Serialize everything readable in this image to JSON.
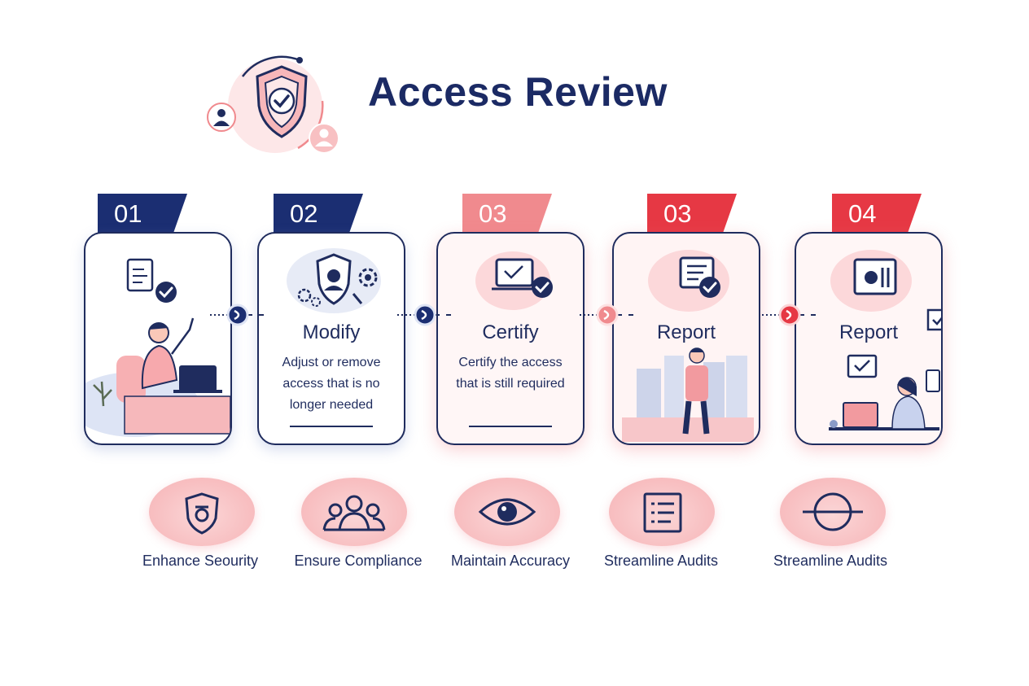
{
  "title": "Access Review",
  "steps": [
    {
      "number": "01",
      "title": "",
      "description": "",
      "tab_color": "#1b2e72"
    },
    {
      "number": "02",
      "title": "Modify",
      "description": "Adjust or remove access that is no longer needed",
      "tab_color": "#1b2e72"
    },
    {
      "number": "03",
      "title": "Certify",
      "description": "Certify the access that is still required",
      "tab_color": "#f08a8e"
    },
    {
      "number": "03",
      "title": "Report",
      "description": "",
      "tab_color": "#e63844"
    },
    {
      "number": "04",
      "title": "Report",
      "description": "",
      "tab_color": "#e63844"
    }
  ],
  "benefits": [
    {
      "label": "Enhance Seourity",
      "icon": "shield-icon"
    },
    {
      "label": "Ensure Compliance",
      "icon": "people-group-icon"
    },
    {
      "label": "Maintain Accuracy",
      "icon": "eye-icon"
    },
    {
      "label": "Streamline Audits",
      "icon": "list-document-icon"
    },
    {
      "label": "Streamline Audits",
      "icon": "circle-line-icon"
    }
  ],
  "colors": {
    "navy": "#1b2e72",
    "pink": "#f08a8e",
    "red": "#e63844",
    "text": "#1f2c5e"
  }
}
